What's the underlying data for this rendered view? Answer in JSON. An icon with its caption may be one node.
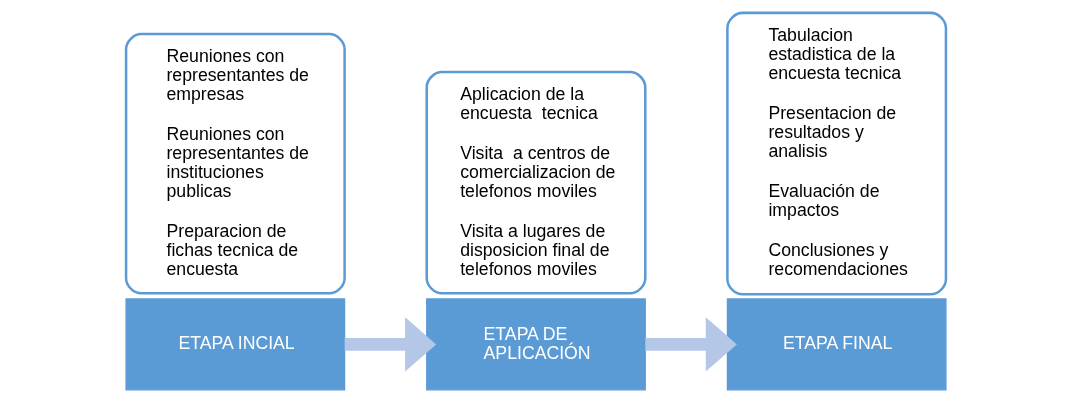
{
  "diagram": {
    "nodes": [
      {
        "text": [
          "ETAPA INCIAL"
        ]
      },
      {
        "text": [
          "Reuniones con representantes de empresas",
          "Reuniones con representantes de instituciones publicas",
          "Preparacion de fichas tecnica de encuesta"
        ]
      },
      {
        "text": [
          "ETAPA DE APLICACIÓN"
        ]
      },
      {
        "text": [
          "Aplicacion de la encuesta  tecnica",
          "Visita  a centros de comercializacion de telefonos moviles",
          "Visita a lugares de disposicion final de telefonos moviles"
        ]
      },
      {
        "text": [
          "ETAPA FINAL"
        ]
      },
      {
        "text": [
          "Tabulacion estadistica de la encuesta tecnica",
          "Presentacion de resultados y analisis",
          "Evaluación de impactos",
          "Conclusiones y recomendaciones"
        ]
      }
    ],
    "edges": [
      {
        "from": 0,
        "to": 2,
        "arrow": "to"
      },
      {
        "from": 2,
        "to": 4,
        "arrow": "to"
      }
    ]
  }
}
